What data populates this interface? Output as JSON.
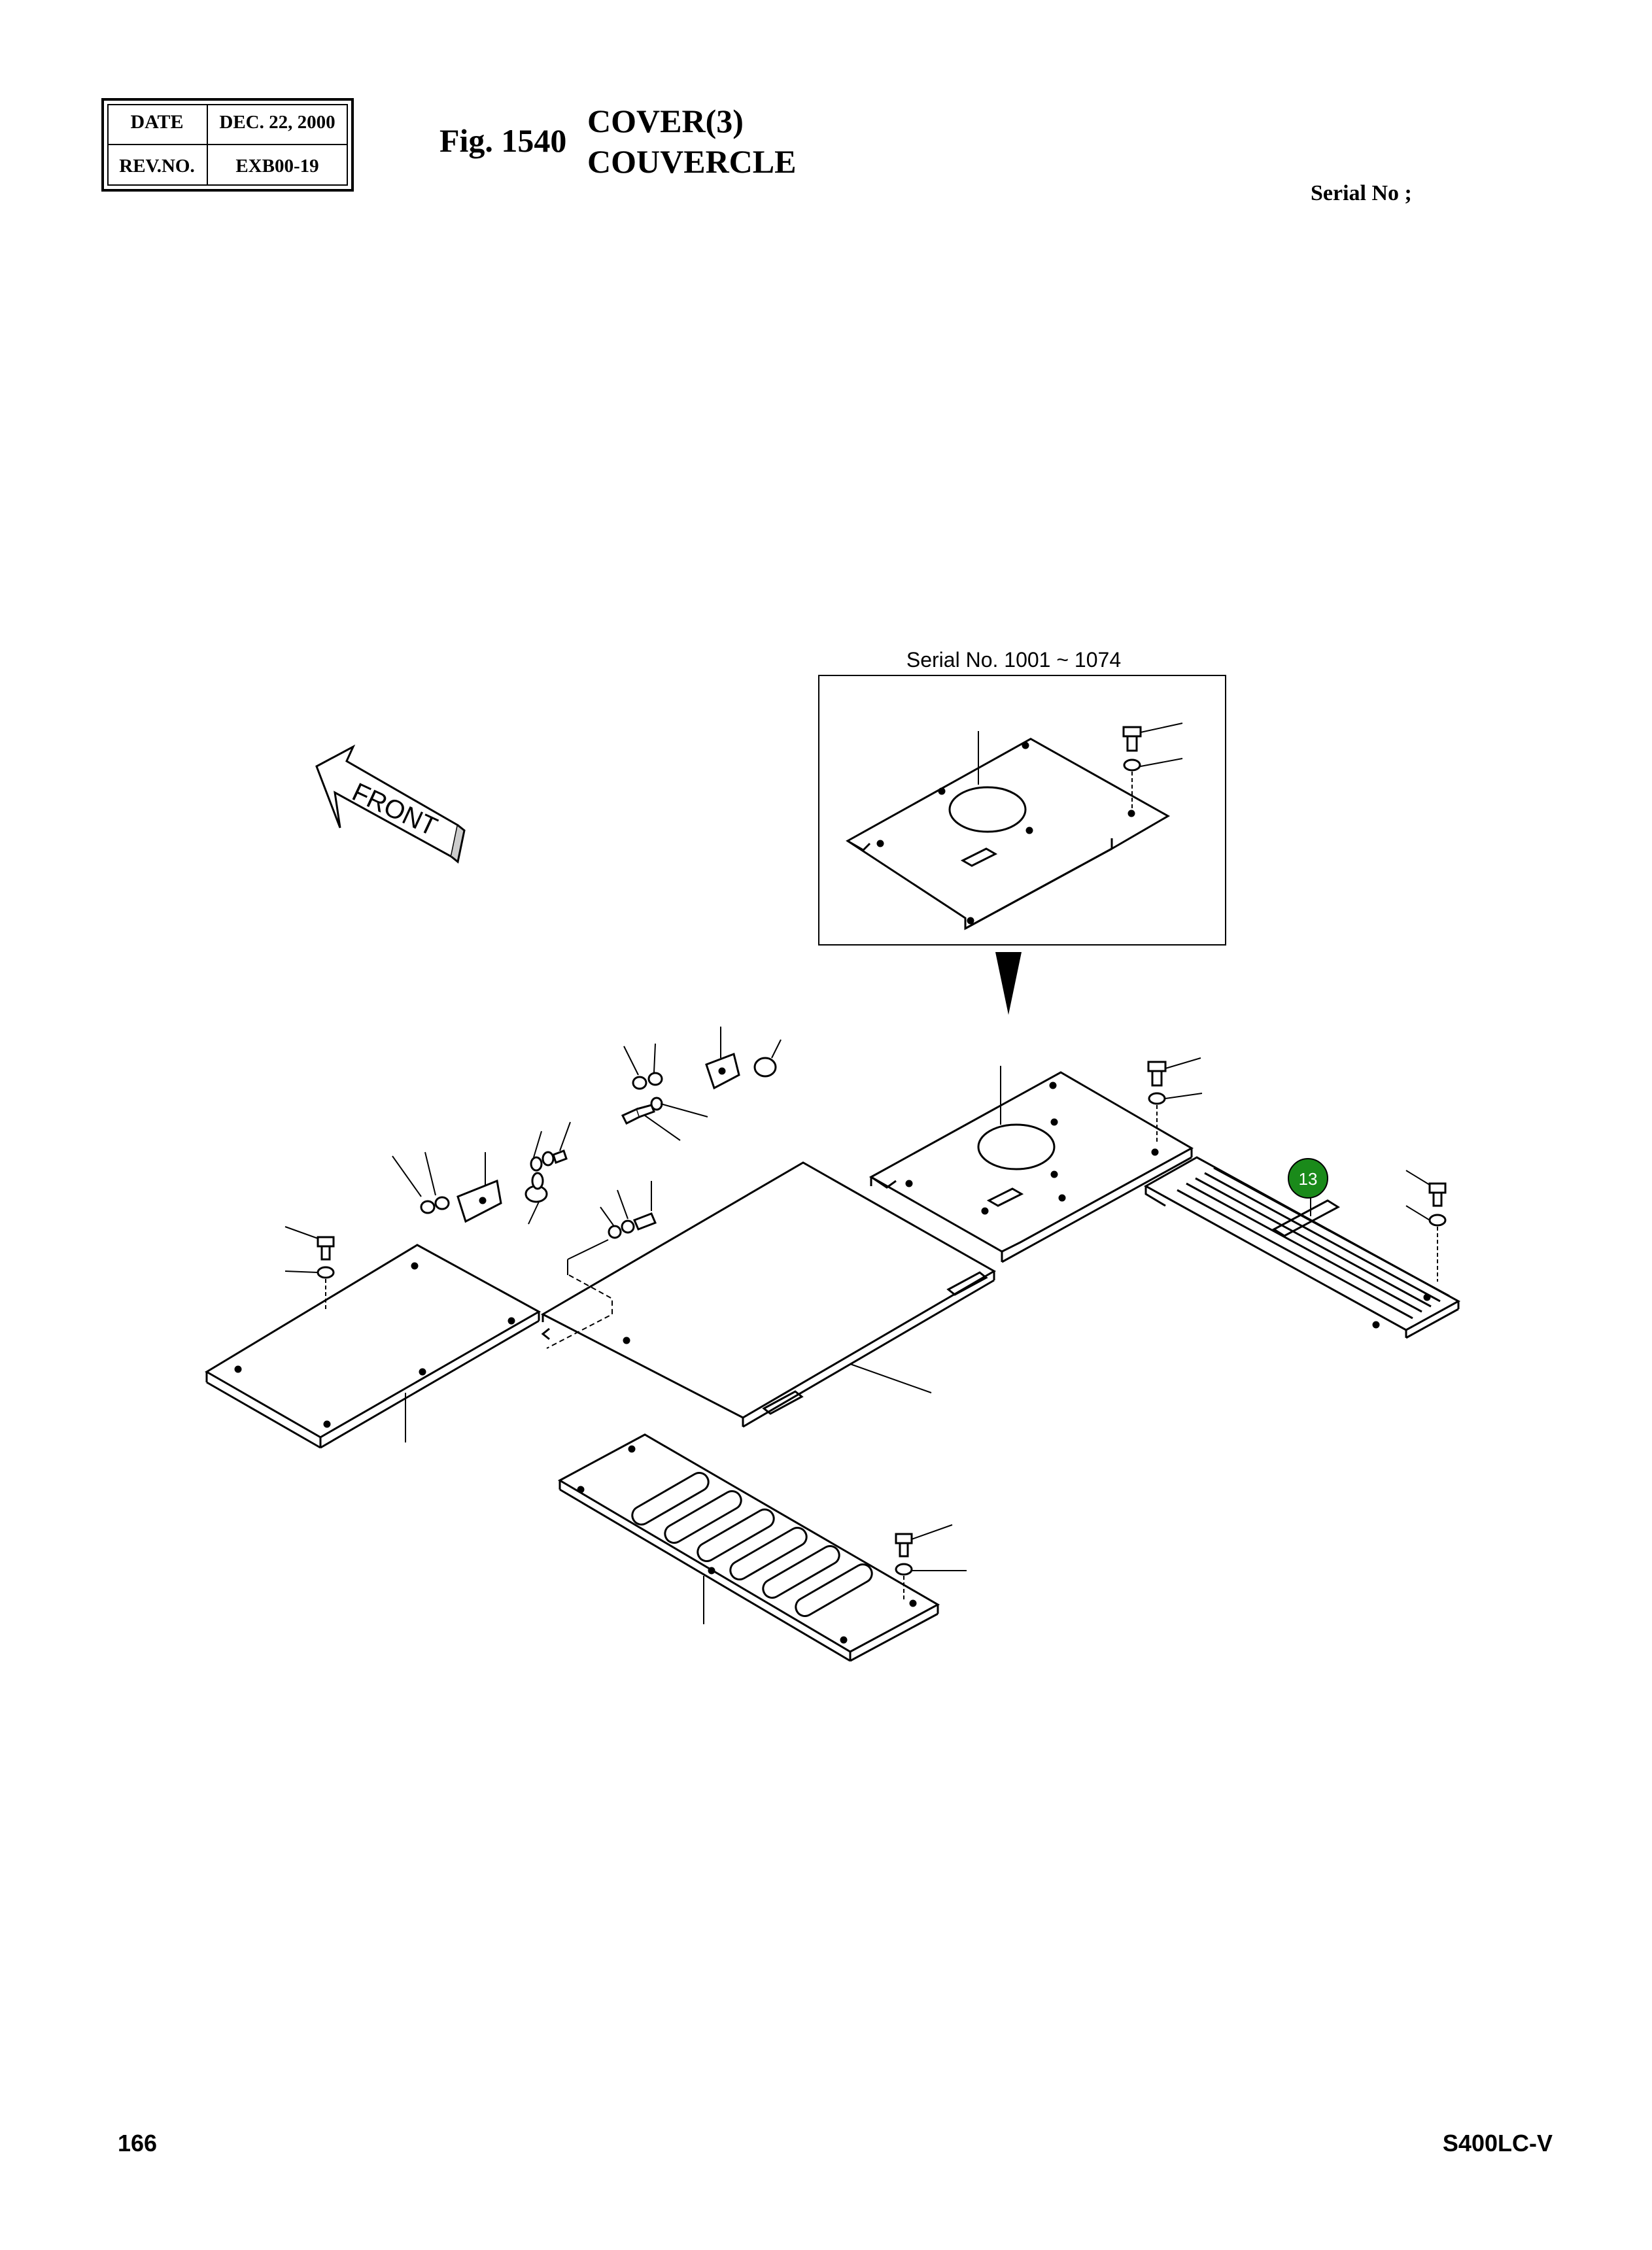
{
  "header": {
    "date_label": "DATE",
    "date_value": "DEC. 22, 2000",
    "rev_label": "REV.NO.",
    "rev_value": "EXB00-19",
    "fig_label": "Fig. 1540",
    "title_en": "COVER(3)",
    "title_fr": "COUVERCLE",
    "serial_label": "Serial No ;"
  },
  "diagram": {
    "inset_caption": "Serial No. 1001 ~ 1074",
    "front_label": "FRONT",
    "callout_number": "13",
    "callout_color": "#1a8a1a"
  },
  "footer": {
    "page_number": "166",
    "model": "S400LC-V"
  }
}
